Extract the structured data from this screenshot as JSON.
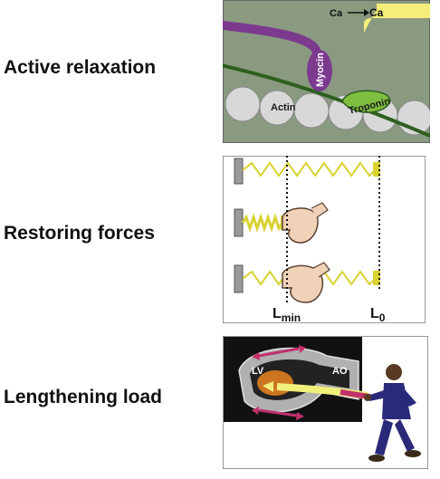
{
  "rows": [
    {
      "label": "Active relaxation"
    },
    {
      "label": "Restoring forces"
    },
    {
      "label": "Lengthening load"
    }
  ],
  "panel1": {
    "ca_left": "Ca",
    "ca_right": "Ca",
    "myocin": "Myocin",
    "actin": "Actin",
    "troponin": "Troponin"
  },
  "panel2": {
    "lmin_main": "L",
    "lmin_sub": "min",
    "l0_main": "L",
    "l0_sub": "0"
  },
  "panel3": {
    "lv": "LV",
    "ao": "AO"
  }
}
